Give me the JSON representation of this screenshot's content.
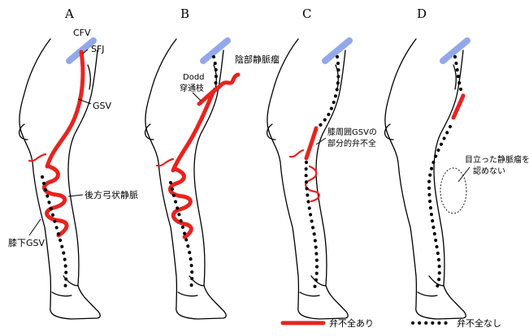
{
  "panels": [
    {
      "letter": "A"
    },
    {
      "letter": "B"
    },
    {
      "letter": "C"
    },
    {
      "letter": "D"
    }
  ],
  "labels": {
    "cfv": "CFV",
    "sfj": "SFJ",
    "gsv": "GSV",
    "posterior_arch_vein": "後方弓状静脈",
    "below_knee_gsv": "膝下GSV",
    "dodd_line1": "Dodd",
    "dodd_line2": "穿通枝",
    "pudendal_varix": "陰部静脈瘤",
    "knee_gsv_line1": "膝周囲GSVの",
    "knee_gsv_line2": "部分的弁不全",
    "no_varix_line1": "目立った静脈瘤を",
    "no_varix_line2": "認めない"
  },
  "legend": {
    "incompetent": "弁不全あり",
    "competent": "弁不全なし"
  },
  "colors": {
    "incompetent_vein": "#e8231f",
    "cfv": "#8da3ea",
    "outline": "#000000"
  }
}
